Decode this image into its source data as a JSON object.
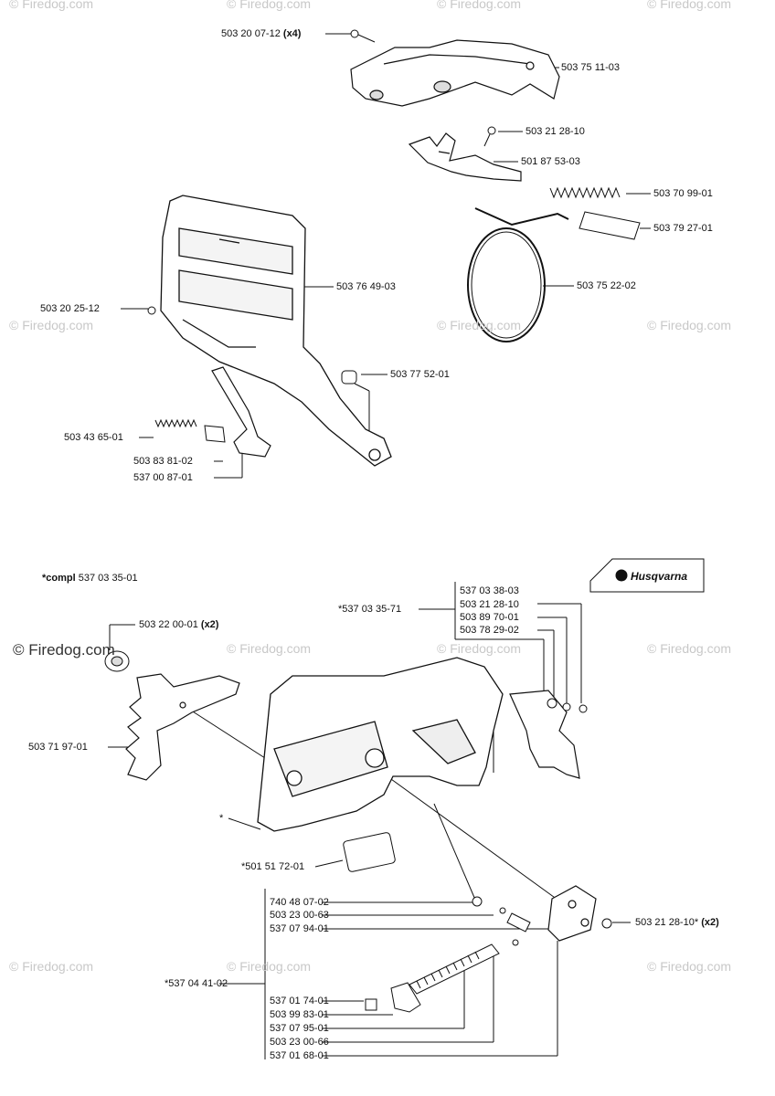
{
  "watermarks": {
    "text": "© Firedog.com",
    "prominent": "© Firedog.com"
  },
  "brand": {
    "name": "Husqvarna",
    "icon": "husqvarna-crown-logo-icon"
  },
  "group_note": {
    "prefix": "*compl",
    "number": "537 03 35-01"
  },
  "parts": {
    "p1": {
      "number": "503 20 07-12",
      "qty": "(x4)"
    },
    "p2": {
      "number": "503 75 11-03"
    },
    "p3": {
      "number": "503 21 28-10"
    },
    "p4": {
      "number": "501 87 53-03"
    },
    "p5": {
      "number": "503 70 99-01"
    },
    "p6": {
      "number": "503 79 27-01"
    },
    "p7": {
      "number": "503 20 25-12"
    },
    "p8": {
      "number": "503 76 49-03"
    },
    "p9": {
      "number": "503 75 22-02"
    },
    "p10": {
      "number": "503 77 52-01"
    },
    "p11": {
      "number": "503 43 65-01"
    },
    "p12": {
      "number": "503 83 81-02"
    },
    "p13": {
      "number": "537 00 87-01"
    },
    "p14": {
      "number": "503 22 00-01",
      "qty": "(x2)"
    },
    "p15": {
      "number": "503 71 97-01"
    },
    "p16": {
      "number": "*537 03 35-71"
    },
    "p17": {
      "number": "537 03 38-03"
    },
    "p18": {
      "number": "503 21 28-10"
    },
    "p19": {
      "number": "503 89 70-01"
    },
    "p20": {
      "number": "503 78 29-02"
    },
    "p21": {
      "number": "*"
    },
    "p22": {
      "number": "*501 51 72-01"
    },
    "p23": {
      "number": "740 48 07-02"
    },
    "p24": {
      "number": "503 23 00-63"
    },
    "p25": {
      "number": "537 07 94-01"
    },
    "p26": {
      "number": "503 21 28-10*",
      "qty": "(x2)"
    },
    "p27": {
      "number": "*537 04 41-02"
    },
    "p28": {
      "number": "537 01 74-01"
    },
    "p29": {
      "number": "503 99 83-01"
    },
    "p30": {
      "number": "537 07 95-01"
    },
    "p31": {
      "number": "503 23 00-66"
    },
    "p32": {
      "number": "537 01 68-01"
    }
  }
}
